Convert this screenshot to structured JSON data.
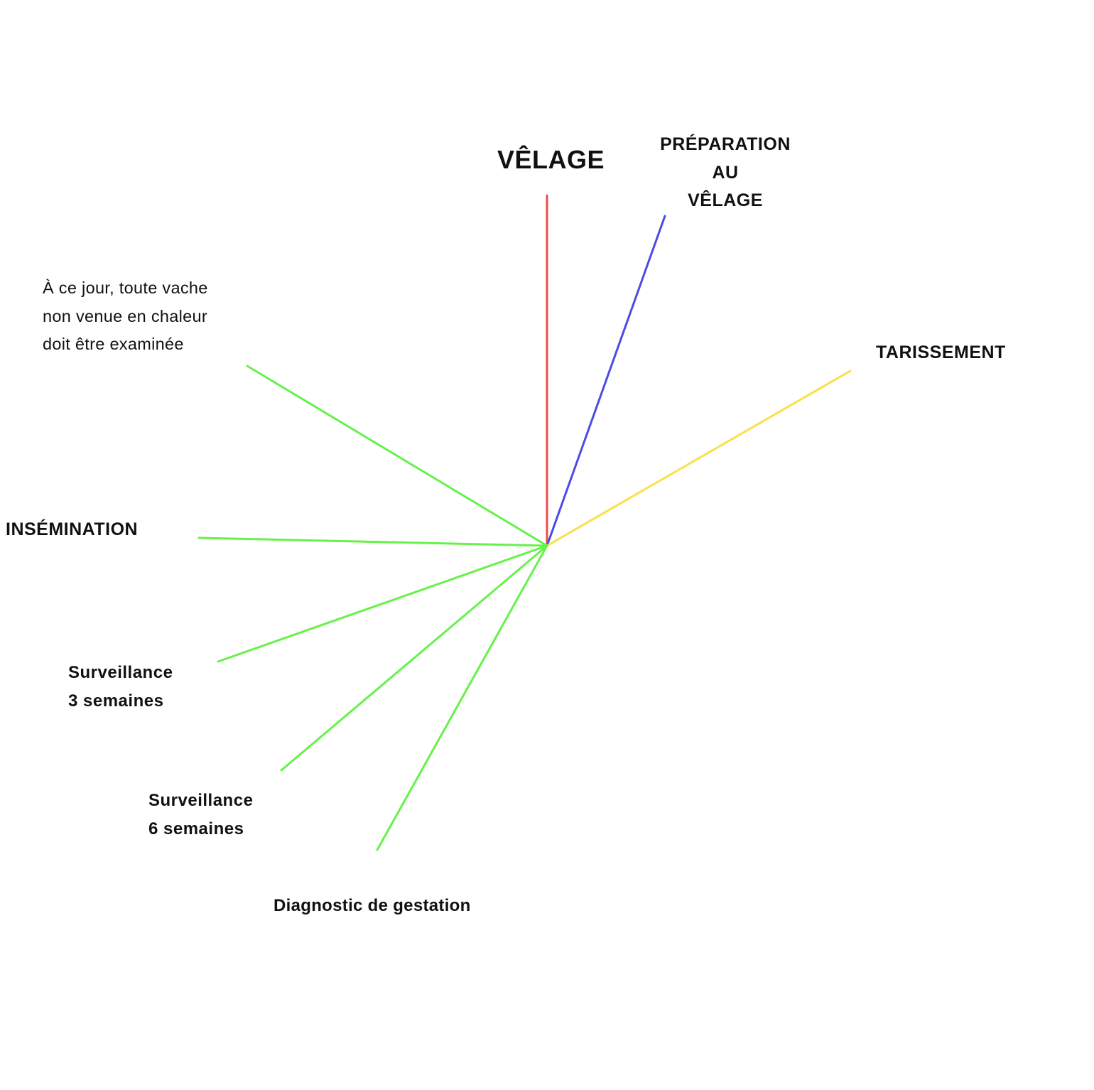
{
  "diagram": {
    "labels": {
      "velage": "VÊLAGE",
      "preparation": [
        "PRÉPARATION",
        "AU",
        "VÊLAGE"
      ],
      "tarissement": "TARISSEMENT",
      "note": [
        "À ce jour, toute vache",
        "non venue en chaleur",
        "doit être examinée"
      ],
      "insemination": "INSÉMINATION",
      "surveillance_3": [
        "Surveillance",
        "3 semaines"
      ],
      "surveillance_6": [
        "Surveillance",
        "6 semaines"
      ],
      "diagnostic": "Diagnostic de gestation"
    },
    "colors": {
      "velage": "#f24b4b",
      "preparation": "#4b4be6",
      "tarissement": "#fae04b",
      "cycle": "#66f24b"
    }
  }
}
